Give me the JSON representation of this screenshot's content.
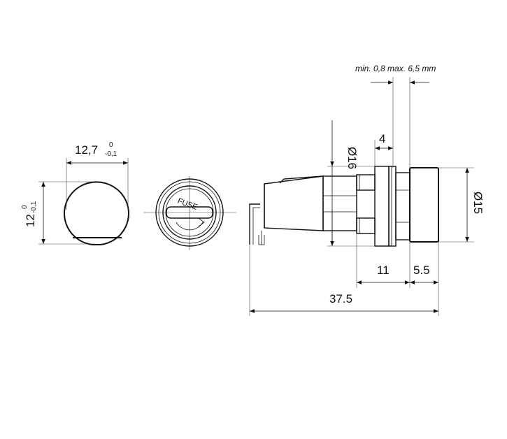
{
  "labels": {
    "width_main": "12,7",
    "width_tol_upper": "0",
    "width_tol_lower": "-0,1",
    "height_main": "12",
    "height_tol_upper": "0",
    "height_tol_lower": "-0,1",
    "fuse": "FUSE",
    "wall_note": "min. 0,8 max. 6,5 mm",
    "dia_16": "Ø16",
    "dim_4": "4",
    "dia_15": "Ø15",
    "dim_11": "11",
    "dim_5_5": "5.5",
    "dim_37_5": "37.5"
  },
  "colors": {
    "line": "#111111",
    "background": "#ffffff",
    "body_accent": "#4a5a8a"
  }
}
